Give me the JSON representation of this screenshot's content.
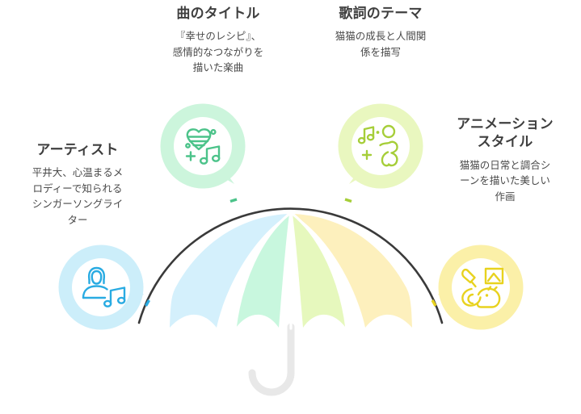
{
  "figure": {
    "type": "umbrella-infographic",
    "node_count": 4
  },
  "nodes": [
    {
      "id": "song-title",
      "title": "曲のタイトル",
      "description": "『幸せのレシピ』、\n感情的なつながりを\n描いた楽曲",
      "icon": "heart-music-note-icon",
      "bubble_color": "#CCF5DC",
      "icon_color": "#4CC38A",
      "panel_color": "#C8F7DE"
    },
    {
      "id": "lyric-theme",
      "title": "歌詞のテーマ",
      "description": "猫猫の成長と人間関\n係を描写",
      "icon": "dancing-person-music-icon",
      "bubble_color": "#E9F7BF",
      "icon_color": "#A6CE39",
      "panel_color": "#E6F8BD"
    },
    {
      "id": "artist",
      "title": "アーティスト",
      "description": "平井大、心温まるメ\nロディーで知られる\nシンガーソングライ\nター",
      "icon": "singer-music-note-icon",
      "bubble_color": "#CCEEFA",
      "icon_color": "#29ABE2",
      "panel_color": "#D4F0FC"
    },
    {
      "id": "animation-style",
      "title": "アニメーション\nスタイル",
      "description": "猫猫の日常と調合シ\nーンを描いた美しい\n作画",
      "icon": "paintbrush-picture-animal-icon",
      "bubble_color": "#FBF0A8",
      "icon_color": "#E8D21E",
      "panel_color": "#FDF0BD"
    }
  ],
  "umbrella": {
    "canopy_panels": [
      "#D4F0FC",
      "#C8F7DE",
      "#E6F8BD",
      "#FDF0BD"
    ],
    "rib_color": "#ffffff",
    "handle_color": "#E8E8E8",
    "arc_color": "#3A3A3A",
    "background": "#ffffff"
  }
}
